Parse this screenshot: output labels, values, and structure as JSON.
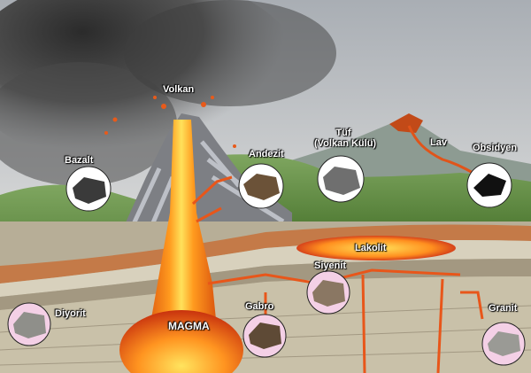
{
  "labels": {
    "volkan": "Volkan",
    "bazalt": "Bazalt",
    "andezit": "Andezit",
    "tuf_line1": "Tüf",
    "tuf_line2": "(Volkan Külü)",
    "lav": "Lav",
    "obsidyen": "Obsidyen",
    "lakolit": "Lakolit",
    "siyenit": "Siyenit",
    "diyorit": "Diyorit",
    "gabro": "Gabro",
    "magma": "MAGMA",
    "granit": "Granit"
  },
  "colors": {
    "sky": "#c9ccd0",
    "smoke": "#3a3a3a",
    "grass": "#6f9a4e",
    "magma": "#f08a1a",
    "magma_core": "#ffe66a",
    "lava_rim": "#d63a12",
    "strata_light": "#d9d2be",
    "strata_dark": "#9a8f78",
    "strata_red": "#c8683c",
    "rock_circle_volcanic": "#ffffff",
    "rock_circle_plutonic": "#f4d0e6"
  },
  "rock_samples": [
    {
      "id": "bazalt",
      "type": "volcanic",
      "icon": "dark-rock-icon"
    },
    {
      "id": "andezit",
      "type": "volcanic",
      "icon": "brown-rock-icon"
    },
    {
      "id": "tuf",
      "type": "volcanic",
      "icon": "grey-rock-icon"
    },
    {
      "id": "obsidyen",
      "type": "volcanic",
      "icon": "black-glass-rock-icon"
    },
    {
      "id": "siyenit",
      "type": "plutonic",
      "icon": "speckled-rock-icon"
    },
    {
      "id": "diyorit",
      "type": "plutonic",
      "icon": "speckled-rock-icon"
    },
    {
      "id": "gabro",
      "type": "plutonic",
      "icon": "brown-rock-icon"
    },
    {
      "id": "granit",
      "type": "plutonic",
      "icon": "speckled-rock-icon"
    }
  ]
}
